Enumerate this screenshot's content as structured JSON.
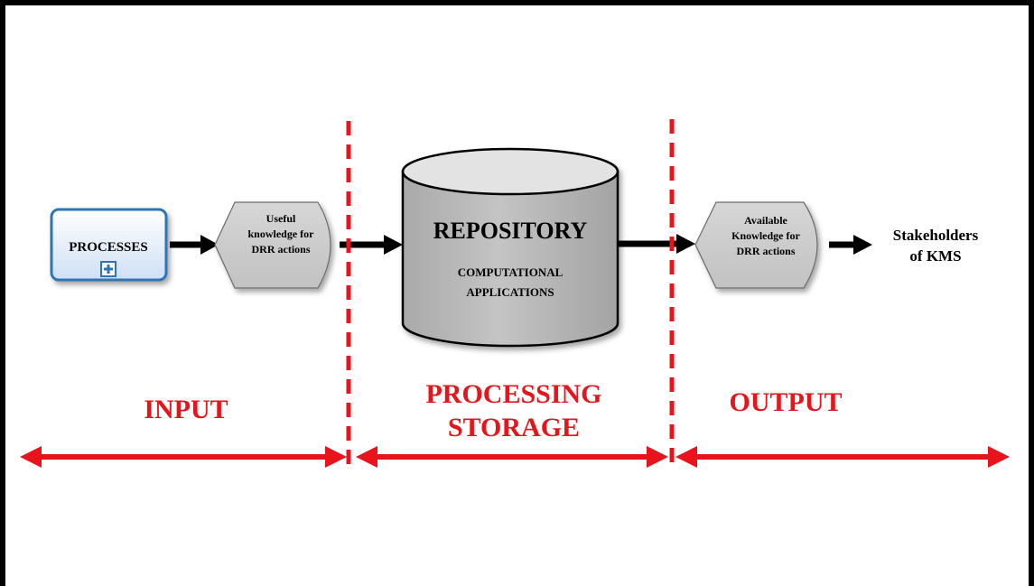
{
  "diagram": {
    "processes_box": {
      "label": "PROCESSES",
      "icon": "plus-square-icon"
    },
    "useful_knowledge": {
      "lines": [
        "Useful",
        "knowledge for",
        "DRR actions"
      ]
    },
    "repository": {
      "title": "REPOSITORY",
      "subtitle_lines": [
        "COMPUTATIONAL",
        "APPLICATIONS"
      ]
    },
    "available_knowledge": {
      "lines": [
        "Available",
        "Knowledge for",
        "DRR actions"
      ]
    },
    "stakeholders": {
      "lines": [
        "Stakeholders",
        "of KMS"
      ]
    },
    "phases": {
      "input": "INPUT",
      "processing": [
        "PROCESSING",
        "STORAGE"
      ],
      "output": "OUTPUT"
    }
  },
  "colors": {
    "accent_red": "#e8141b",
    "process_border": "#2e75b6",
    "process_fill": "#dde9f7",
    "shape_gray": "#c9c9c9",
    "cylinder_gray": "#bfbfbf",
    "arrow_black": "#000000"
  }
}
